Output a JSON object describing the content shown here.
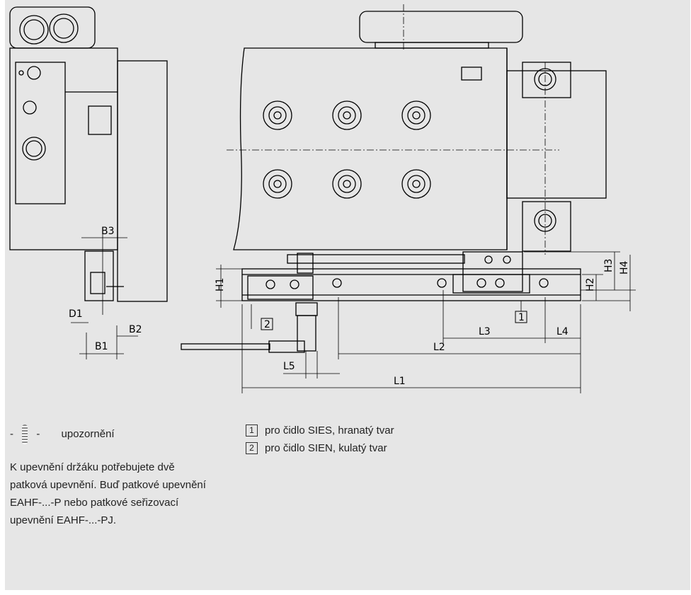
{
  "dims": {
    "B3": "B3",
    "D1": "D1",
    "B2": "B2",
    "B1": "B1",
    "H1": "H1",
    "H2": "H2",
    "H3": "H3",
    "H4": "H4",
    "L1": "L1",
    "L2": "L2",
    "L3": "L3",
    "L4": "L4",
    "L5": "L5"
  },
  "markers": {
    "one": "1",
    "two": "2"
  },
  "legend": [
    {
      "num": "1",
      "text": "pro čidlo SIES, hranatý tvar"
    },
    {
      "num": "2",
      "text": "pro čidlo SIEN, kulatý tvar"
    }
  ],
  "notice": {
    "dash_left": "-",
    "dash_right": "-",
    "title": "upozornění",
    "body": "K upevnění držáku potřebujete dvě patková upevnění. Buď patkové upevnění EAHF-...-P nebo patkové seřizovací upevnění EAHF-...-PJ."
  }
}
